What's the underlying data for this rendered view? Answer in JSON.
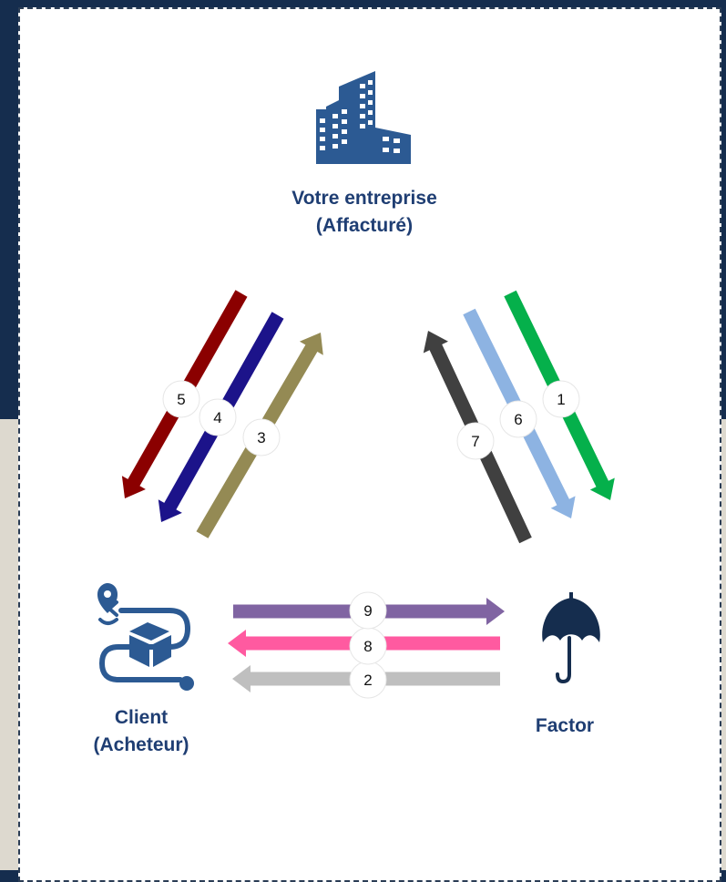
{
  "nodes": {
    "company": {
      "line1": "Votre entreprise",
      "line2": "(Affacturé)",
      "icon": "building-icon"
    },
    "client": {
      "line1": "Client",
      "line2": "(Acheteur)",
      "icon": "delivery-route-icon"
    },
    "factor": {
      "line1": "Factor",
      "icon": "umbrella-icon"
    }
  },
  "flows": [
    {
      "num": "1",
      "from": "company",
      "to": "factor",
      "color": "#05b04b"
    },
    {
      "num": "2",
      "from": "factor",
      "to": "client",
      "color": "#bfbfbf"
    },
    {
      "num": "3",
      "from": "client",
      "to": "company",
      "color": "#948a54"
    },
    {
      "num": "4",
      "from": "company",
      "to": "client",
      "color": "#1c138a"
    },
    {
      "num": "5",
      "from": "company",
      "to": "client",
      "color": "#8b0000"
    },
    {
      "num": "6",
      "from": "company",
      "to": "factor",
      "color": "#8db3e2"
    },
    {
      "num": "7",
      "from": "factor",
      "to": "company",
      "color": "#404040"
    },
    {
      "num": "8",
      "from": "factor",
      "to": "client",
      "color": "#ff5aa0"
    },
    {
      "num": "9",
      "from": "client",
      "to": "factor",
      "color": "#8064a2"
    }
  ],
  "colors": {
    "icon": "#2c5a93",
    "label": "#1f3e73",
    "background": "#152d4e"
  }
}
